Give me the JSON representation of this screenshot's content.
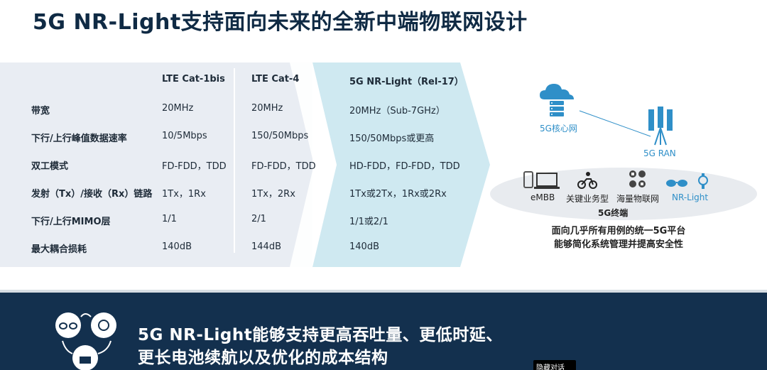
{
  "title": "5G NR-Light支持面向未来的全新中端物联网设计",
  "table": {
    "headers": [
      "LTE Cat-1bis",
      "LTE Cat-4",
      "5G NR-Light（Rel-17）"
    ],
    "rows": [
      {
        "label": "带宽",
        "cells": [
          "20MHz",
          "20MHz",
          "20MHz（Sub-7GHz）"
        ]
      },
      {
        "label": "下行/上行峰值数据速率",
        "cells": [
          "10/5Mbps",
          "150/50Mbps",
          "150/50Mbps或更高"
        ]
      },
      {
        "label": "双工模式",
        "cells": [
          "FD-FDD，TDD",
          "FD-FDD，TDD",
          "HD-FDD，FD-FDD，TDD"
        ]
      },
      {
        "label": "发射（Tx）/接收（Rx）链路",
        "cells": [
          "1Tx，1Rx",
          "1Tx，2Rx",
          "1Tx或2Tx，1Rx或2Rx"
        ]
      },
      {
        "label": "下行/上行MIMO层",
        "cells": [
          "1/1",
          "2/1",
          "1/1或2/1"
        ]
      },
      {
        "label": "最大耦合损耗",
        "cells": [
          "140dB",
          "144dB",
          "140dB"
        ]
      }
    ]
  },
  "diagram": {
    "core_label": "5G核心网",
    "ran_label": "5G RAN",
    "devices": [
      "eMBB",
      "关键业务型",
      "海量物联网",
      "NR-Light"
    ],
    "terminal_label": "5G终端",
    "caption_lines": [
      "面向几乎所有用例的统一5G平台",
      "能够简化系统管理并提高安全性"
    ]
  },
  "banner": {
    "lines": [
      "5G NR-Light能够支持更高吞吐量、更低时延、",
      "更长电池续航以及优化的成本结构"
    ]
  },
  "tag": "隐藏对话",
  "colors": {
    "accent": "#2f8fc8",
    "banner": "#13304e",
    "highlight": "#cfe9f1"
  }
}
